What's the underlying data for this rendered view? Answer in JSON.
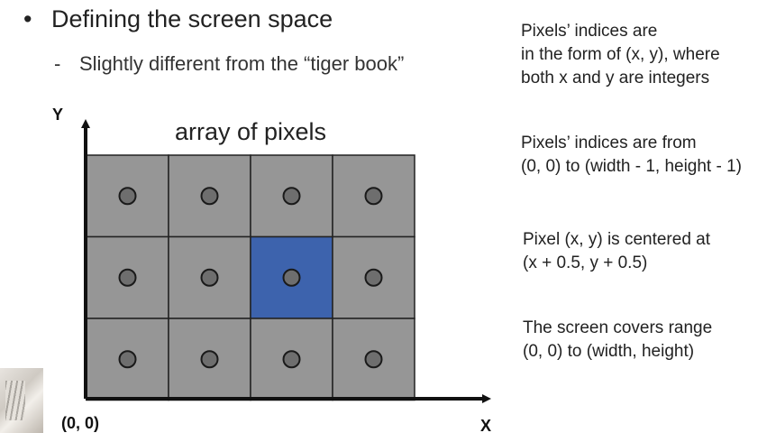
{
  "slide": {
    "bullet_symbol": "•",
    "bullet_title": "Defining the screen space",
    "sub_symbol": "-",
    "sub_text": "Slightly different from the “tiger book”"
  },
  "diagram": {
    "grid_title": "array of pixels",
    "y_axis_label": "Y",
    "x_axis_label": "X",
    "origin_label": "(0, 0)",
    "columns": 4,
    "rows": 3,
    "highlighted_cell": {
      "col": 2,
      "row": 1
    },
    "colors": {
      "cell": "#969696",
      "highlight": "#3d63ad",
      "dot_fill": "#6e6e6e",
      "grid_line": "#222222",
      "axis": "#111111"
    }
  },
  "notes": [
    {
      "lines": [
        "Pixels’ indices are",
        "in the form of (x, y), where",
        "both x and y are integers"
      ]
    },
    {
      "lines": [
        "Pixels’ indices are from",
        "(0, 0) to (width - 1, height - 1)"
      ]
    },
    {
      "lines": [
        "Pixel (x, y) is centered at",
        "(x + 0.5, y + 0.5)"
      ]
    },
    {
      "lines": [
        "The screen covers range",
        "(0, 0) to (width, height)"
      ]
    }
  ]
}
